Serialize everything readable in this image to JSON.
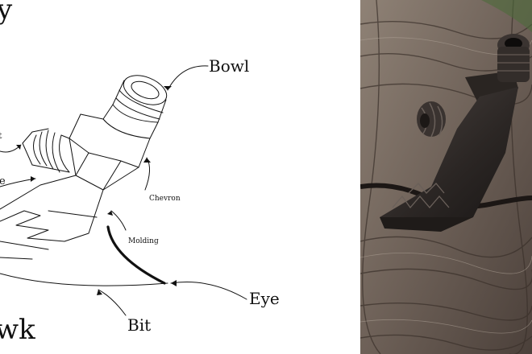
{
  "diagram": {
    "title_top": "y",
    "title_bottom": "wk",
    "labels": {
      "bowl": "Bowl",
      "chevron": "Chevron",
      "molding": "Molding",
      "eye": "Eye",
      "bit": "Bit",
      "cut_left_top": "t",
      "cut_left_mid": "e"
    },
    "colors": {
      "ink": "#111111",
      "paper": "#ffffff"
    }
  },
  "photo": {
    "subject": "tomahawk-head-on-wooden-log",
    "colors": {
      "wood_dark": "#3a302a",
      "wood_light": "#9a8c7f",
      "metal": "#2a2624"
    }
  }
}
